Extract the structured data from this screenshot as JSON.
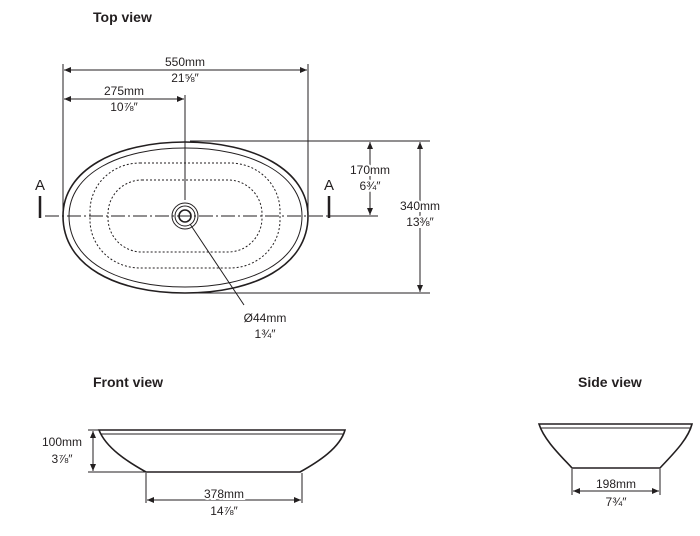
{
  "views": {
    "top": {
      "title": "Top view",
      "width_mm": "550mm",
      "width_in": "21⅝″",
      "half_mm": "275mm",
      "half_in": "10⅞″",
      "halfdepth_mm": "170mm",
      "halfdepth_in": "6¾″",
      "depth_mm": "340mm",
      "depth_in": "13⅜″",
      "drain_mm": "Ø44mm",
      "drain_in": "1¾″",
      "section_label": "A"
    },
    "front": {
      "title": "Front view",
      "height_mm": "100mm",
      "height_in": "3⅞″",
      "base_mm": "378mm",
      "base_in": "14⅞″"
    },
    "side": {
      "title": "Side view",
      "base_mm": "198mm",
      "base_in": "7¾″"
    }
  }
}
